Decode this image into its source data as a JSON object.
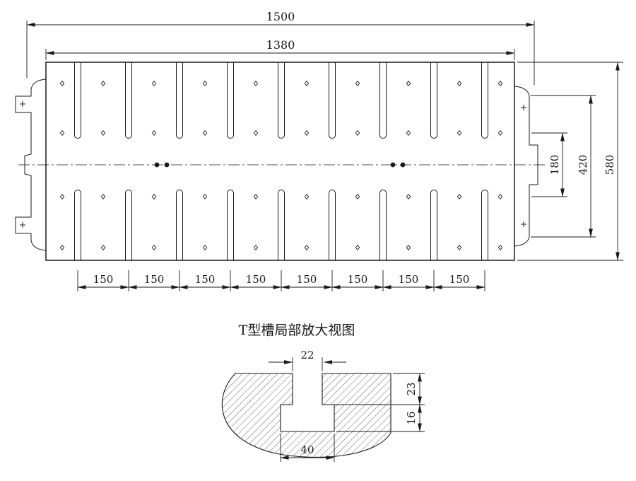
{
  "top_view": {
    "dim_overall_length": "1500",
    "dim_slot_span": "1380",
    "dim_overall_width": "580",
    "dim_end_width": "420",
    "dim_center_span": "180",
    "pitch_labels": [
      "150",
      "150",
      "150",
      "150",
      "150",
      "150",
      "150",
      "150"
    ]
  },
  "detail_view": {
    "title": "T型槽局部放大视图",
    "dim_slot_opening": "22",
    "dim_neck_depth": "23",
    "dim_t_height": "16",
    "dim_t_width": "40"
  },
  "colors": {
    "line": "#1a1a1a",
    "background": "#ffffff"
  }
}
